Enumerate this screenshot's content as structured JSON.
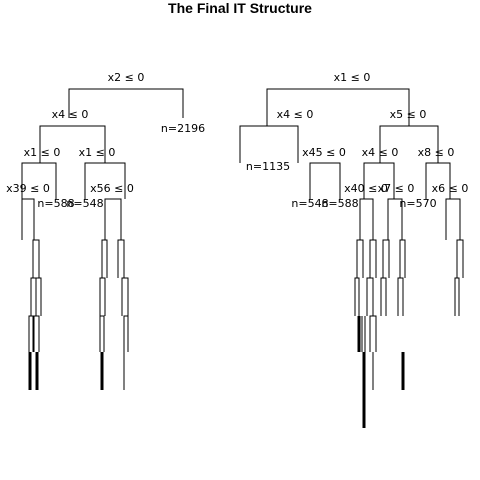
{
  "title": "The Final IT Structure",
  "trees": [
    {
      "split_labels": [
        "x2 ≤ 0",
        "x4 ≤ 0",
        "x1 ≤ 0",
        "x1 ≤ 0",
        "x39 ≤ 0",
        "x56 ≤ 0"
      ],
      "leaf_labels": [
        "n=2196",
        "n=588",
        "n=548"
      ]
    },
    {
      "split_labels": [
        "x1 ≤ 0",
        "x4 ≤ 0",
        "x5 ≤ 0",
        "x45 ≤ 0",
        "x4 ≤ 0",
        "x8 ≤ 0",
        "x40 ≤ 0",
        "x7 ≤ 0",
        "x6 ≤ 0"
      ],
      "leaf_labels": [
        "n=1135",
        "n=548",
        "n=588",
        "n=570"
      ]
    }
  ]
}
